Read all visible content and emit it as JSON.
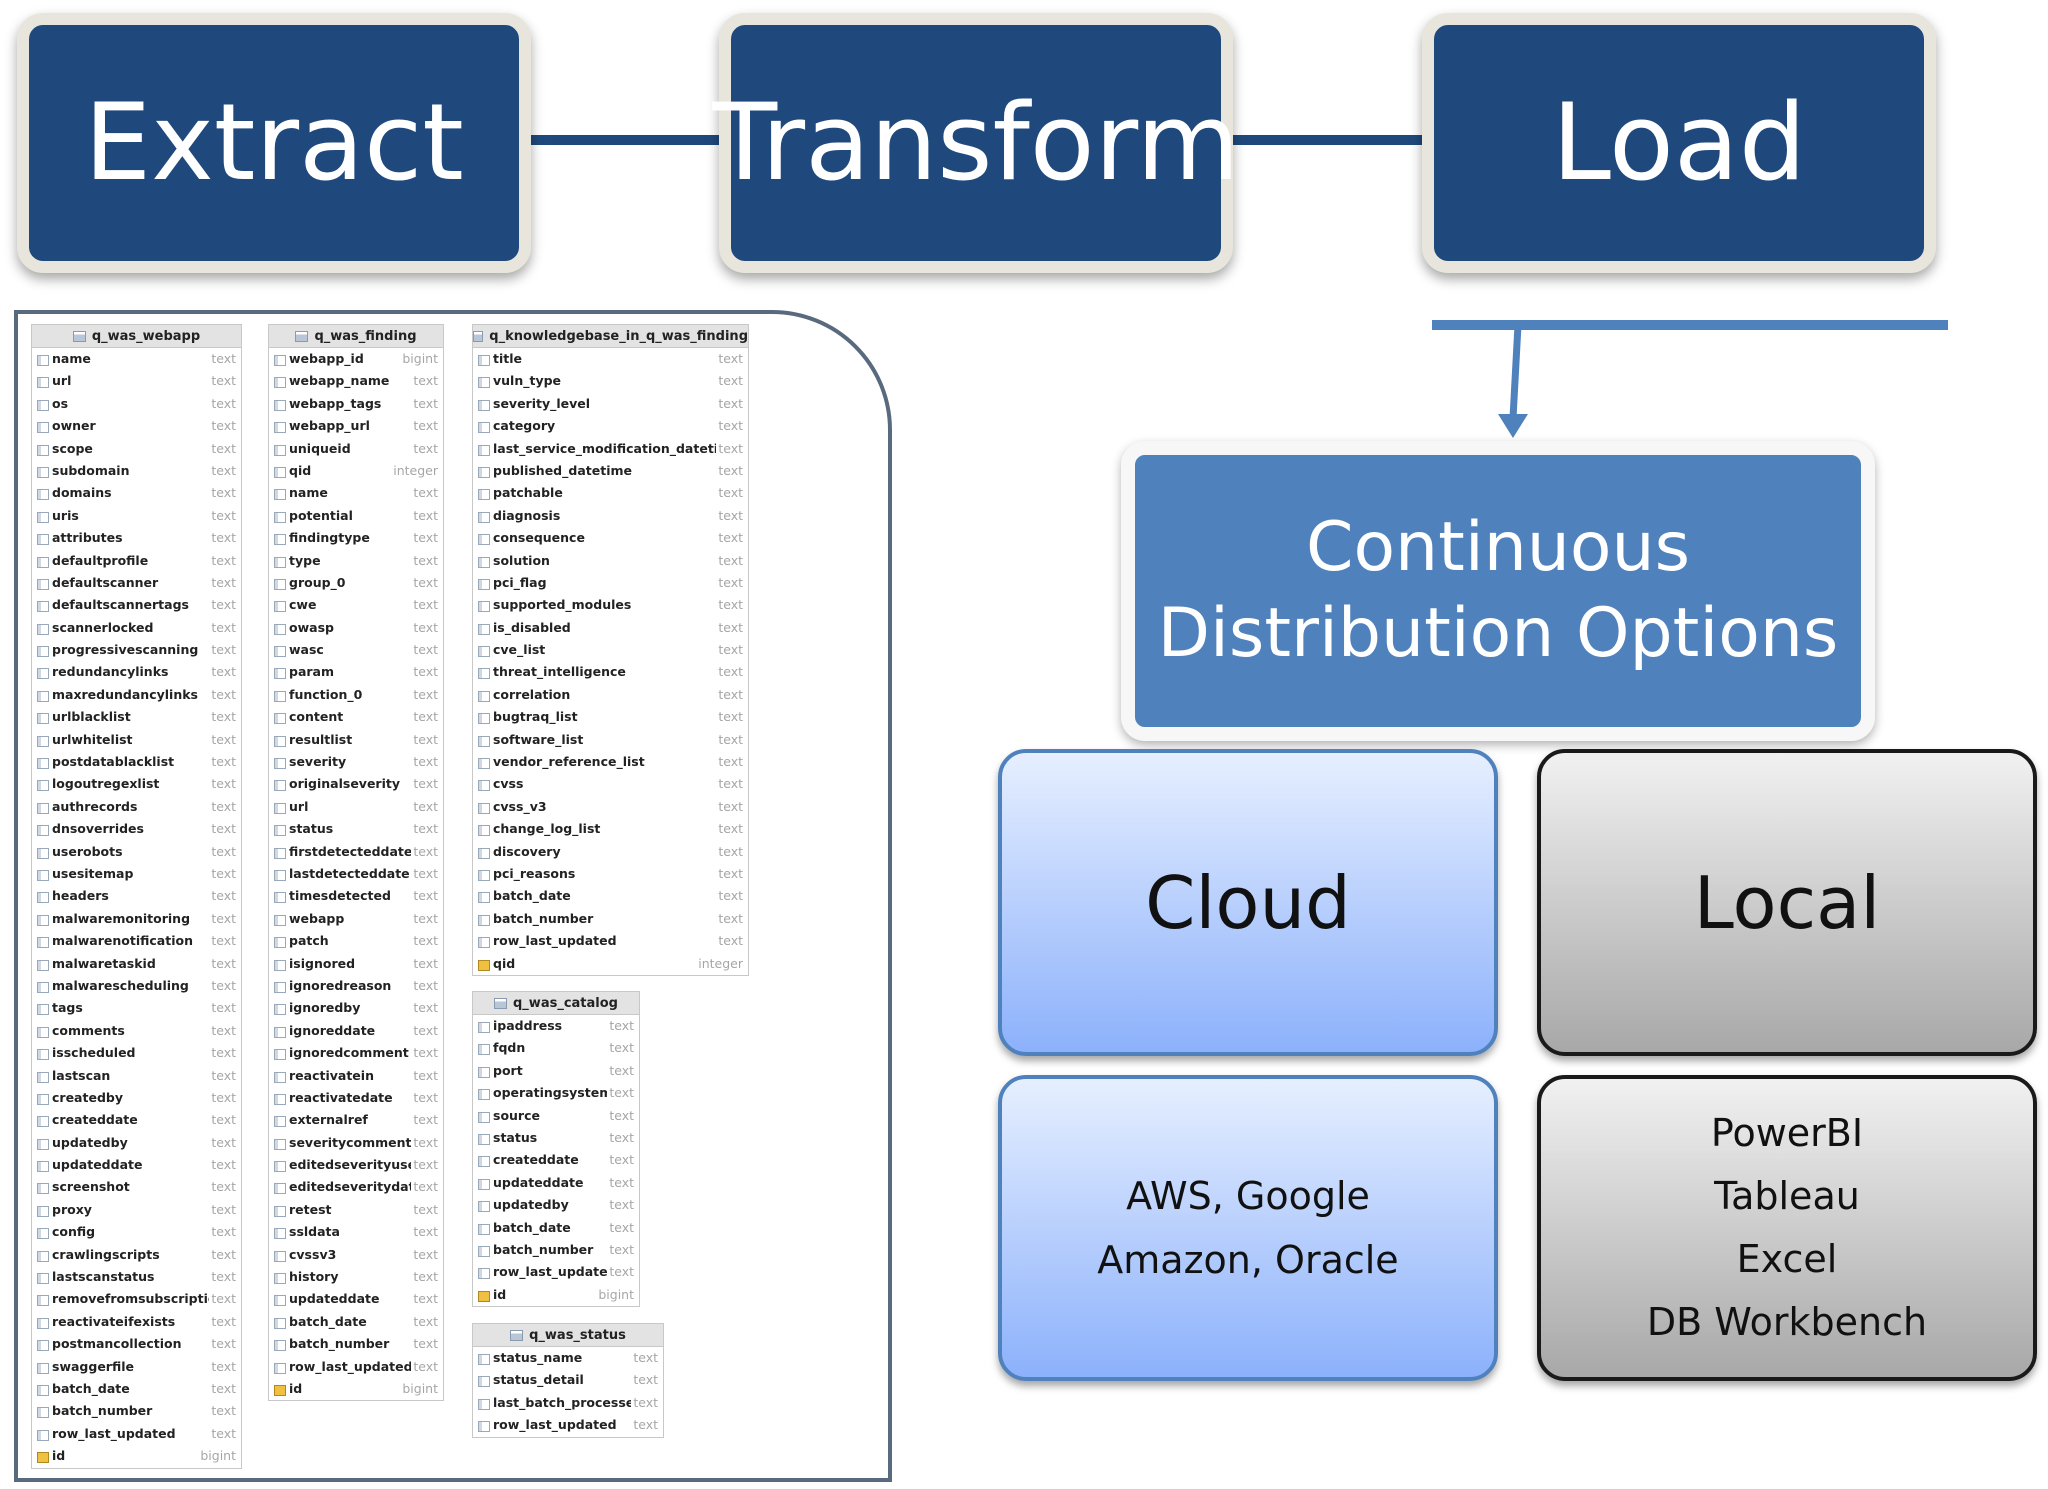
{
  "etl": {
    "extract": "Extract",
    "transform": "Transform",
    "load": "Load"
  },
  "distribution": {
    "title_line1": "Continuous",
    "title_line2": "Distribution Options",
    "cloud": {
      "label": "Cloud",
      "lines": [
        "AWS, Google",
        "Amazon, Oracle"
      ]
    },
    "local": {
      "label": "Local",
      "lines": [
        "PowerBI",
        "Tableau",
        "Excel",
        "DB Workbench"
      ]
    }
  },
  "colors": {
    "etl_box": "#1f497d",
    "dist_title": "#4f81bd",
    "cloud_fill": "#8cb1fb",
    "local_fill": "#a8a8a8"
  },
  "tables": [
    {
      "name": "q_was_webapp",
      "columns": [
        [
          "name",
          "text"
        ],
        [
          "url",
          "text"
        ],
        [
          "os",
          "text"
        ],
        [
          "owner",
          "text"
        ],
        [
          "scope",
          "text"
        ],
        [
          "subdomain",
          "text"
        ],
        [
          "domains",
          "text"
        ],
        [
          "uris",
          "text"
        ],
        [
          "attributes",
          "text"
        ],
        [
          "defaultprofile",
          "text"
        ],
        [
          "defaultscanner",
          "text"
        ],
        [
          "defaultscannertags",
          "text"
        ],
        [
          "scannerlocked",
          "text"
        ],
        [
          "progressivescanning",
          "text"
        ],
        [
          "redundancylinks",
          "text"
        ],
        [
          "maxredundancylinks",
          "text"
        ],
        [
          "urlblacklist",
          "text"
        ],
        [
          "urlwhitelist",
          "text"
        ],
        [
          "postdatablacklist",
          "text"
        ],
        [
          "logoutregexlist",
          "text"
        ],
        [
          "authrecords",
          "text"
        ],
        [
          "dnsoverrides",
          "text"
        ],
        [
          "userobots",
          "text"
        ],
        [
          "usesitemap",
          "text"
        ],
        [
          "headers",
          "text"
        ],
        [
          "malwaremonitoring",
          "text"
        ],
        [
          "malwarenotification",
          "text"
        ],
        [
          "malwaretaskid",
          "text"
        ],
        [
          "malwarescheduling",
          "text"
        ],
        [
          "tags",
          "text"
        ],
        [
          "comments",
          "text"
        ],
        [
          "isscheduled",
          "text"
        ],
        [
          "lastscan",
          "text"
        ],
        [
          "createdby",
          "text"
        ],
        [
          "createddate",
          "text"
        ],
        [
          "updatedby",
          "text"
        ],
        [
          "updateddate",
          "text"
        ],
        [
          "screenshot",
          "text"
        ],
        [
          "proxy",
          "text"
        ],
        [
          "config",
          "text"
        ],
        [
          "crawlingscripts",
          "text"
        ],
        [
          "lastscanstatus",
          "text"
        ],
        [
          "removefromsubscription",
          "text"
        ],
        [
          "reactivateifexists",
          "text"
        ],
        [
          "postmancollection",
          "text"
        ],
        [
          "swaggerfile",
          "text"
        ],
        [
          "batch_date",
          "text"
        ],
        [
          "batch_number",
          "text"
        ],
        [
          "row_last_updated",
          "text"
        ],
        [
          "id",
          "bigint",
          "key"
        ]
      ]
    },
    {
      "name": "q_was_finding",
      "columns": [
        [
          "webapp_id",
          "bigint"
        ],
        [
          "webapp_name",
          "text"
        ],
        [
          "webapp_tags",
          "text"
        ],
        [
          "webapp_url",
          "text"
        ],
        [
          "uniqueid",
          "text"
        ],
        [
          "qid",
          "integer"
        ],
        [
          "name",
          "text"
        ],
        [
          "potential",
          "text"
        ],
        [
          "findingtype",
          "text"
        ],
        [
          "type",
          "text"
        ],
        [
          "group_0",
          "text"
        ],
        [
          "cwe",
          "text"
        ],
        [
          "owasp",
          "text"
        ],
        [
          "wasc",
          "text"
        ],
        [
          "param",
          "text"
        ],
        [
          "function_0",
          "text"
        ],
        [
          "content",
          "text"
        ],
        [
          "resultlist",
          "text"
        ],
        [
          "severity",
          "text"
        ],
        [
          "originalseverity",
          "text"
        ],
        [
          "url",
          "text"
        ],
        [
          "status",
          "text"
        ],
        [
          "firstdetecteddate",
          "text"
        ],
        [
          "lastdetecteddate",
          "text"
        ],
        [
          "timesdetected",
          "text"
        ],
        [
          "webapp",
          "text"
        ],
        [
          "patch",
          "text"
        ],
        [
          "isignored",
          "text"
        ],
        [
          "ignoredreason",
          "text"
        ],
        [
          "ignoredby",
          "text"
        ],
        [
          "ignoreddate",
          "text"
        ],
        [
          "ignoredcomment",
          "text"
        ],
        [
          "reactivatein",
          "text"
        ],
        [
          "reactivatedate",
          "text"
        ],
        [
          "externalref",
          "text"
        ],
        [
          "severitycomment",
          "text"
        ],
        [
          "editedseverityuser",
          "text"
        ],
        [
          "editedseveritydate",
          "text"
        ],
        [
          "retest",
          "text"
        ],
        [
          "ssldata",
          "text"
        ],
        [
          "cvssv3",
          "text"
        ],
        [
          "history",
          "text"
        ],
        [
          "updateddate",
          "text"
        ],
        [
          "batch_date",
          "text"
        ],
        [
          "batch_number",
          "text"
        ],
        [
          "row_last_updated",
          "text"
        ],
        [
          "id",
          "bigint",
          "key"
        ]
      ]
    },
    {
      "name": "q_knowledgebase_in_q_was_finding",
      "columns": [
        [
          "title",
          "text"
        ],
        [
          "vuln_type",
          "text"
        ],
        [
          "severity_level",
          "text"
        ],
        [
          "category",
          "text"
        ],
        [
          "last_service_modification_datetime",
          "text"
        ],
        [
          "published_datetime",
          "text"
        ],
        [
          "patchable",
          "text"
        ],
        [
          "diagnosis",
          "text"
        ],
        [
          "consequence",
          "text"
        ],
        [
          "solution",
          "text"
        ],
        [
          "pci_flag",
          "text"
        ],
        [
          "supported_modules",
          "text"
        ],
        [
          "is_disabled",
          "text"
        ],
        [
          "cve_list",
          "text"
        ],
        [
          "threat_intelligence",
          "text"
        ],
        [
          "correlation",
          "text"
        ],
        [
          "bugtraq_list",
          "text"
        ],
        [
          "software_list",
          "text"
        ],
        [
          "vendor_reference_list",
          "text"
        ],
        [
          "cvss",
          "text"
        ],
        [
          "cvss_v3",
          "text"
        ],
        [
          "change_log_list",
          "text"
        ],
        [
          "discovery",
          "text"
        ],
        [
          "pci_reasons",
          "text"
        ],
        [
          "batch_date",
          "text"
        ],
        [
          "batch_number",
          "text"
        ],
        [
          "row_last_updated",
          "text"
        ],
        [
          "qid",
          "integer",
          "key"
        ]
      ]
    },
    {
      "name": "q_was_catalog",
      "columns": [
        [
          "ipaddress",
          "text"
        ],
        [
          "fqdn",
          "text"
        ],
        [
          "port",
          "text"
        ],
        [
          "operatingsystem",
          "text"
        ],
        [
          "source",
          "text"
        ],
        [
          "status",
          "text"
        ],
        [
          "createddate",
          "text"
        ],
        [
          "updateddate",
          "text"
        ],
        [
          "updatedby",
          "text"
        ],
        [
          "batch_date",
          "text"
        ],
        [
          "batch_number",
          "text"
        ],
        [
          "row_last_updated",
          "text"
        ],
        [
          "id",
          "bigint",
          "key"
        ]
      ]
    },
    {
      "name": "q_was_status",
      "columns": [
        [
          "status_name",
          "text"
        ],
        [
          "status_detail",
          "text"
        ],
        [
          "last_batch_processed",
          "text"
        ],
        [
          "row_last_updated",
          "text"
        ]
      ]
    }
  ]
}
